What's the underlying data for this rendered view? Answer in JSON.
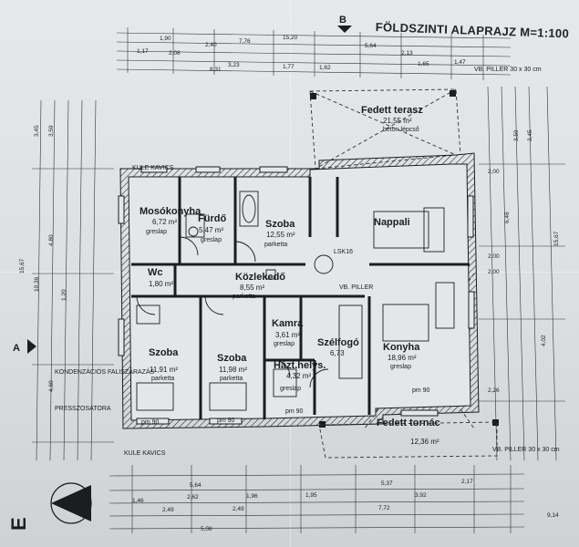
{
  "title": "FÖLDSZINTI ALAPRAJZ M=1:100",
  "rooms": [
    {
      "name": "Mosókonyha",
      "area": "6,72 m²",
      "floor": "greslap"
    },
    {
      "name": "Fürdő",
      "area": "5,47 m²",
      "floor": "greslap"
    },
    {
      "name": "Szoba",
      "area": "12,55 m²",
      "floor": "parketta"
    },
    {
      "name": "Nappali",
      "area": "",
      "floor": ""
    },
    {
      "name": "Wc",
      "area": "1,80 m²",
      "floor": ""
    },
    {
      "name": "Közlekedő",
      "area": "8,55 m²",
      "floor": "parketta"
    },
    {
      "name": "Szoba",
      "area": "11,91 m²",
      "floor": "parketta"
    },
    {
      "name": "Szoba",
      "area": "11,98 m²",
      "floor": "parketta"
    },
    {
      "name": "Kamra",
      "area": "3,61 m²",
      "floor": "greslap"
    },
    {
      "name": "Szélfogó",
      "area": "6,73",
      "floor": ""
    },
    {
      "name": "Konyha",
      "area": "18,96 m²",
      "floor": "greslap"
    },
    {
      "name": "Házt.helys.",
      "area": "4,32 m²",
      "floor": "greslap"
    },
    {
      "name": "Fedett terasz",
      "area": "21,55 m²",
      "floor": "beton lépcső"
    },
    {
      "name": "Fedett tornác",
      "area": "12,36 m²",
      "floor": ""
    }
  ],
  "labels": {
    "kule_kavics_top": "KULE KAVICS",
    "kule_kavics_bottom": "KULE KAVICS",
    "vb_piller_top": "VB. PILLER 30 x 30 cm",
    "vb_piller_bottom": "VB. PILLER 30 x 30 cm",
    "vb_piller_mid": "VB. PILLER",
    "lsk": "LSK16",
    "kondenzacios": "KONDENZÁCIÓS FALISZÁRAZÁS",
    "presszosatora": "PRESSZOSATORA",
    "section_a": "A",
    "section_b": "B",
    "section_e": "E",
    "ph90": [
      "pm 90",
      "pm 90",
      "pm 90",
      "pm 90"
    ]
  },
  "dims_top": [
    "15,20",
    "7,76",
    "5,64",
    "2,13",
    "1,17",
    "2,08",
    "8,31",
    "1,77",
    "1,62",
    "1,65",
    "1,47",
    "1,90",
    "2,40",
    "3,23"
  ],
  "dims_bottom": [
    "5,64",
    "5,37",
    "2,17",
    "2,62",
    "1,96",
    "1,95",
    "3,92",
    "2,49",
    "2,49",
    "7,72",
    "5,08",
    "1,46",
    "9,14"
  ],
  "dims_left": [
    "10,36",
    "15,67",
    "3,45",
    "3,59",
    "4,80",
    "1,20",
    "4,60"
  ],
  "dims_right": [
    "15,67",
    "6,46",
    "4,02",
    "2,00",
    "3,45",
    "3,59",
    "2,00",
    "2,00",
    "2,26"
  ]
}
